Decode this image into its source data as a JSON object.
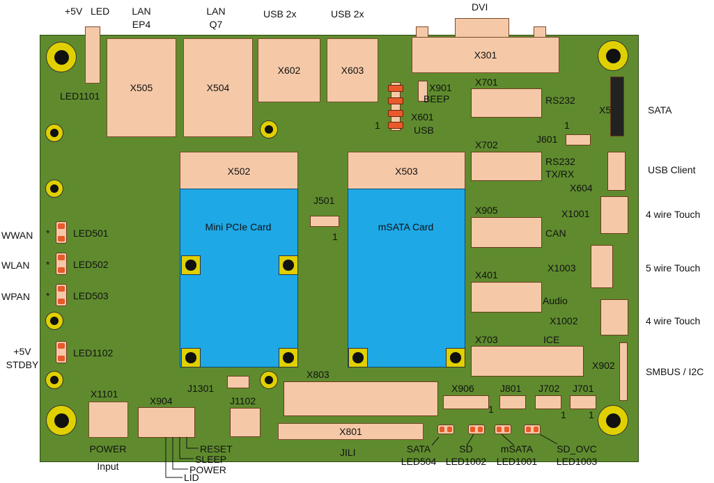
{
  "top_labels": {
    "v5": "+5V",
    "led": "LED",
    "lan_ep4_1": "LAN",
    "lan_ep4_2": "EP4",
    "lan_q7_1": "LAN",
    "lan_q7_2": "Q7",
    "usb2x_a": "USB 2x",
    "usb2x_b": "USB 2x",
    "dvi": "DVI"
  },
  "right_labels": {
    "sata": "SATA",
    "usb_client": "USB Client",
    "touch4_a": "4 wire Touch",
    "touch5": "5 wire Touch",
    "touch4_b": "4 wire Touch",
    "smbus": "SMBUS / I2C"
  },
  "left_labels": {
    "wwan": "WWAN",
    "wlan": "WLAN",
    "wpan": "WPAN",
    "v5stdby_1": "+5V",
    "v5stdby_2": "STDBY"
  },
  "bottom_labels": {
    "power": "POWER",
    "input": "Input",
    "reset": "RESET",
    "sleep": "SLEEP",
    "power2": "POWER",
    "lid": "LID",
    "jili": "JILI",
    "sata": "SATA",
    "sata_led": "LED504",
    "sd": "SD",
    "sd_led": "LED1002",
    "msata": "mSATA",
    "msata_led": "LED1001",
    "sd_ovc": "SD_OVC",
    "sd_ovc_led": "LED1003"
  },
  "components": {
    "x505": "X505",
    "x504": "X504",
    "x602": "X602",
    "x603": "X603",
    "x301": "X301",
    "x502": "X502",
    "x503": "X503",
    "x801": "X801",
    "mini_pcie": "Mini PCIe Card",
    "msata_card": "mSATA Card"
  },
  "board_labels": {
    "led1101": "LED1101",
    "x901": "X901",
    "beep": "BEEP",
    "x601": "X601",
    "usb": "USB",
    "one_a": "1",
    "x701": "X701",
    "rs232": "RS232",
    "x501": "X501",
    "j601": "J601",
    "one_b": "1",
    "x702": "X702",
    "rs232_2": "RS232",
    "txrx": "TX/RX",
    "x604": "X604",
    "j501": "J501",
    "one_c": "1",
    "x905": "X905",
    "can": "CAN",
    "x1001": "X1001",
    "x1003": "X1003",
    "x401": "X401",
    "audio": "Audio",
    "x1002": "X1002",
    "x703": "X703",
    "ice": "ICE",
    "x902": "X902",
    "led501": "LED501",
    "led502": "LED502",
    "led503": "LED503",
    "led1102": "LED1102",
    "star1": "*",
    "star2": "*",
    "star3": "*",
    "j1301": "J1301",
    "x803": "X803",
    "x1101": "X1101",
    "x904": "X904",
    "j1102": "J1102",
    "x906": "X906",
    "j801": "J801",
    "j702": "J702",
    "j701": "J701",
    "one_d": "1",
    "one_e": "1",
    "one_f": "1"
  },
  "colors": {
    "board": "#5f8b2e",
    "connector": "#f5c9a8",
    "card": "#1ea8e6",
    "mount": "#e0d000",
    "pin": "#e85a2a"
  }
}
